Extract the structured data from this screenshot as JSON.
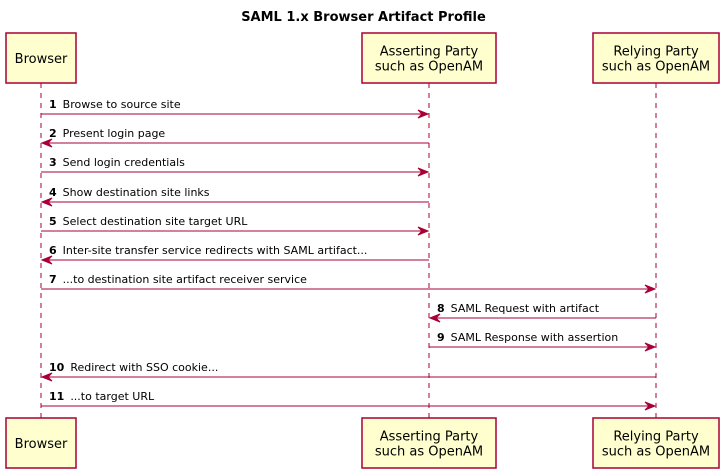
{
  "title": "SAML 1.x Browser Artifact Profile",
  "participants": {
    "browser": {
      "lines": [
        "Browser"
      ]
    },
    "asserting": {
      "lines": [
        "Asserting Party",
        "such as OpenAM"
      ]
    },
    "relying": {
      "lines": [
        "Relying Party",
        "such as OpenAM"
      ]
    }
  },
  "messages": [
    {
      "num": "1",
      "text": "Browse to source site",
      "from": "browser",
      "to": "asserting"
    },
    {
      "num": "2",
      "text": "Present login page",
      "from": "asserting",
      "to": "browser"
    },
    {
      "num": "3",
      "text": "Send login credentials",
      "from": "browser",
      "to": "asserting"
    },
    {
      "num": "4",
      "text": "Show destination site links",
      "from": "asserting",
      "to": "browser"
    },
    {
      "num": "5",
      "text": "Select destination site target URL",
      "from": "browser",
      "to": "asserting"
    },
    {
      "num": "6",
      "text": "Inter-site transfer service redirects with SAML artifact...",
      "from": "asserting",
      "to": "browser"
    },
    {
      "num": "7",
      "text": "...to destination site artifact receiver service",
      "from": "browser",
      "to": "relying"
    },
    {
      "num": "8",
      "text": "SAML Request with artifact",
      "from": "relying",
      "to": "asserting"
    },
    {
      "num": "9",
      "text": "SAML Response with assertion",
      "from": "asserting",
      "to": "relying"
    },
    {
      "num": "10",
      "text": "Redirect with SSO cookie...",
      "from": "relying",
      "to": "browser"
    },
    {
      "num": "11",
      "text": "...to target URL",
      "from": "browser",
      "to": "relying"
    }
  ],
  "colors": {
    "participant_fill": "#FEFECE",
    "line": "#A80036"
  }
}
